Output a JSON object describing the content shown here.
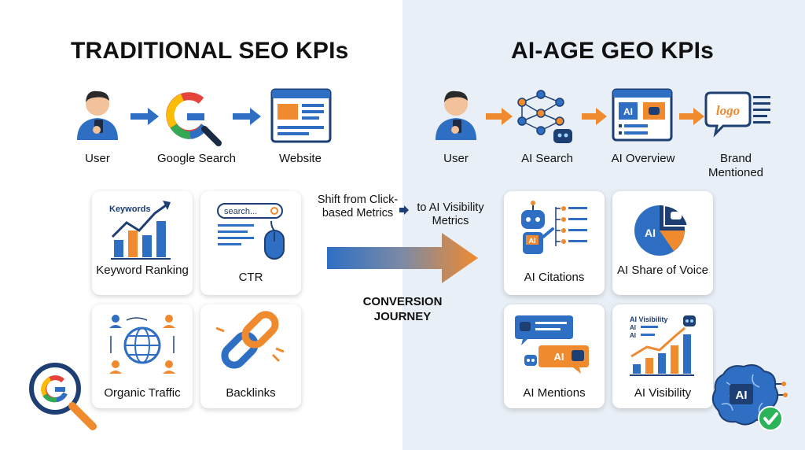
{
  "left": {
    "title": "TRADITIONAL SEO KPIs",
    "flow": [
      "User",
      "Google Search",
      "Website"
    ],
    "cards": [
      {
        "label": "Keyword Ranking",
        "icon": "keyword-chart-icon",
        "icon_text": "Keywords"
      },
      {
        "label": "CTR",
        "icon": "search-click-icon",
        "icon_text": "search..."
      },
      {
        "label": "Organic Traffic",
        "icon": "globe-network-icon"
      },
      {
        "label": "Backlinks",
        "icon": "chain-link-icon"
      }
    ]
  },
  "right": {
    "title": "AI-AGE GEO KPIs",
    "flow": [
      "User",
      "AI Search",
      "AI Overview",
      "Brand Mentioned"
    ],
    "flow_icon_text": {
      "overview": "AI",
      "brand": "logo"
    },
    "cards": [
      {
        "label": "AI Citations",
        "icon": "robot-citations-icon",
        "icon_text": "AI"
      },
      {
        "label": "AI Share of Voice",
        "icon": "pie-chart-icon",
        "icon_text": "AI"
      },
      {
        "label": "AI Mentions",
        "icon": "chat-bubbles-icon",
        "icon_text": "AI"
      },
      {
        "label": "AI Visibility",
        "icon": "visibility-chart-icon",
        "icon_text": [
          "AI Visibility",
          "AI",
          "AI"
        ]
      }
    ]
  },
  "middle": {
    "shift_from": "Shift from Click-based Metrics",
    "shift_to": "to AI Visibility Metrics",
    "conversion": "CONVERSION JOURNEY"
  },
  "corner_badges": {
    "brain_text": "AI"
  },
  "colors": {
    "blue": "#2e6fc4",
    "dark_blue": "#1d3f73",
    "orange": "#ef8a2e",
    "skin": "#f2c29a",
    "hair": "#2a2a2a",
    "right_bg": "#e9eff6",
    "green": "#2bb35a"
  }
}
